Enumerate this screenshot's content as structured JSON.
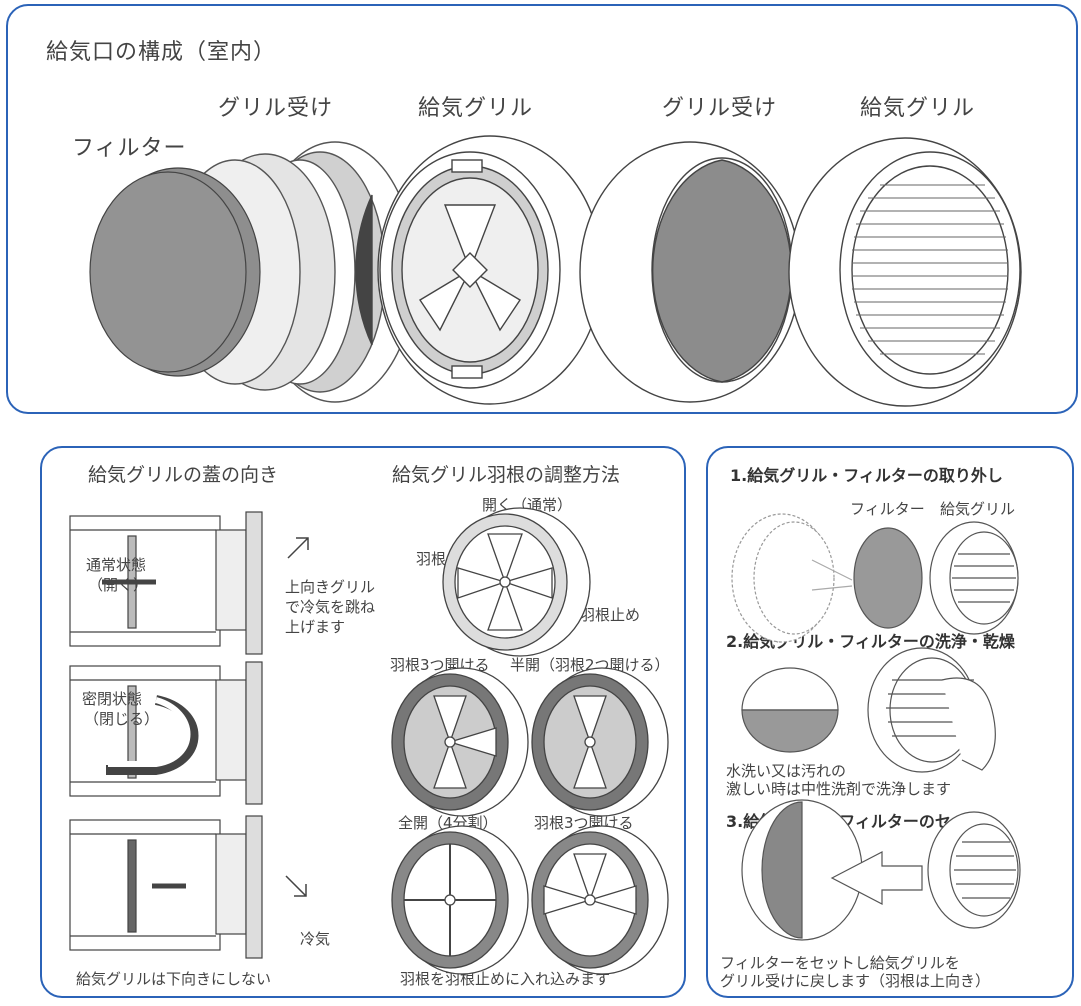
{
  "top": {
    "title": "給気口の構成（室内）",
    "label_filter": "フィルター",
    "label_grill_holder_1": "グリル受け",
    "label_grill_1": "給気グリル",
    "label_grill_holder_2": "グリル受け",
    "label_grill_2": "給気グリル"
  },
  "left_panel": {
    "title_direction": "給気グリルの蓋の向き",
    "title_blade": "給気グリル羽根の調整方法",
    "normal_state_line1": "通常状態",
    "normal_state_line2": "（開く）",
    "up_grill_line1": "上向きグリル",
    "up_grill_line2": "で冷気を跳ね",
    "up_grill_line3": "上げます",
    "closed_state_line1": "密閉状態",
    "closed_state_line2": "（閉じる）",
    "cold_air": "冷気",
    "bottom_note": "給気グリルは下向きにしない",
    "open_normal": "開く（通常）",
    "blade": "羽根",
    "blade_stopper": "羽根止め",
    "open_3_a": "羽根3つ開ける",
    "half_open": "半開（羽根2つ開ける）",
    "full_open": "全開（4分割）",
    "open_3_b": "羽根3つ開ける",
    "blade_note": "羽根を羽根止めに入れ込みます"
  },
  "right_panel": {
    "step1": "1.給気グリル・フィルターの取り外し",
    "step1_filter": "フィルター",
    "step1_grill": "給気グリル",
    "step2": "2.給気グリル・フィルターの洗浄・乾燥",
    "wash_line1": "水洗い又は汚れの",
    "wash_line2": "激しい時は中性洗剤で洗浄します",
    "step3": "3.給気グリル・フィルターのセット",
    "set_line1": "フィルターをセットし給気グリルを",
    "set_line2": "グリル受けに戻します（羽根は上向き）"
  },
  "colors": {
    "panel_border": "#2b63b8",
    "filter_gray": "#8a8a8a",
    "light_gray": "#d8d8d8",
    "dark_gray": "#555555"
  }
}
